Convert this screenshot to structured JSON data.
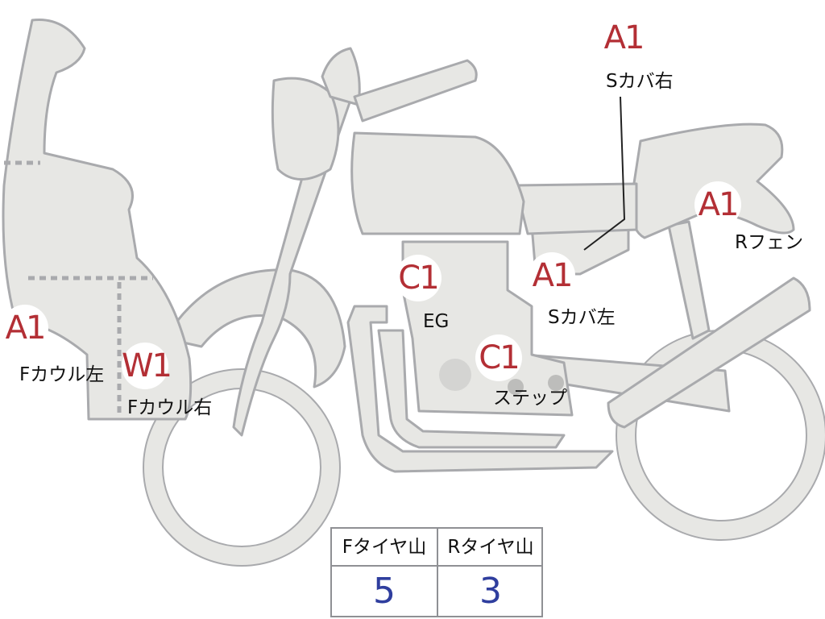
{
  "grades": {
    "s_cover_right": "A1",
    "r_fender": "A1",
    "f_cowl_left": "A1",
    "f_cowl_right": "W1",
    "engine": "C1",
    "s_cover_left": "A1",
    "step": "C1"
  },
  "parts": {
    "s_cover_right": "Sカバ右",
    "r_fender": "Rフェン",
    "f_cowl_left": "Fカウル左",
    "f_cowl_right": "Fカウル右",
    "engine": "EG",
    "s_cover_left": "Sカバ左",
    "step": "ステップ"
  },
  "tire_table": {
    "front_label": "Fタイヤ山",
    "rear_label": "Rタイヤ山",
    "front_value": "5",
    "rear_value": "3"
  },
  "colors": {
    "body_fill": "#e7e7e4",
    "body_stroke": "#a9aaad",
    "grade_text": "#b32f35",
    "value_text": "#2f3e9e"
  }
}
